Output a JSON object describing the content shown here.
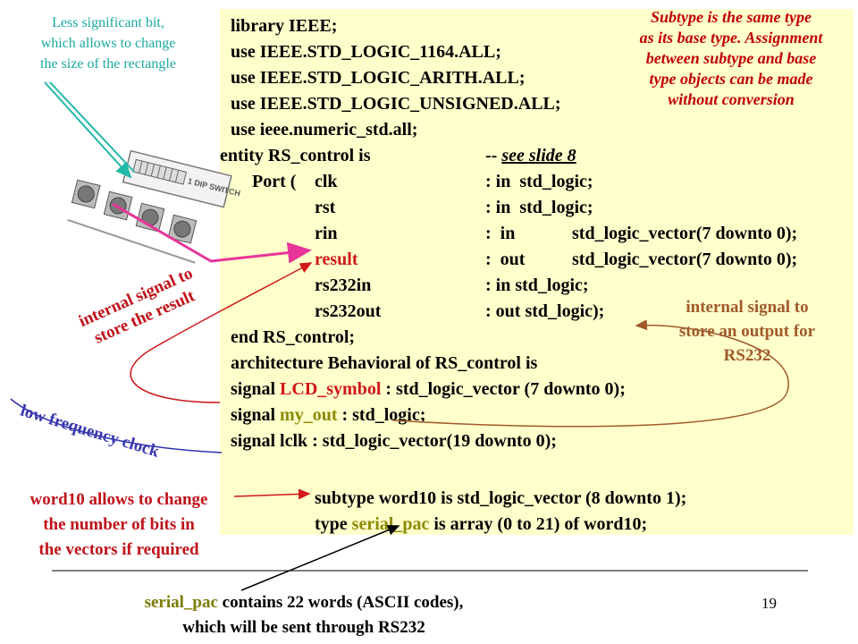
{
  "code": {
    "lines": [
      "library IEEE;",
      "use IEEE.STD_LOGIC_1164.ALL;",
      "use IEEE.STD_LOGIC_ARITH.ALL;",
      "use IEEE.STD_LOGIC_UNSIGNED.ALL;",
      "use ieee.numeric_std.all;"
    ],
    "entity": {
      "head": "entity RS_control is",
      "comment_prefix": "-- ",
      "comment_link": "see slide 8",
      "port_open": "Port (",
      "ports": [
        {
          "name": "clk",
          "mode": ": in  std_logic;",
          "type": ""
        },
        {
          "name": "rst",
          "mode": ": in  std_logic;",
          "type": ""
        },
        {
          "name": "rin",
          "mode": ":  in",
          "type": "std_logic_vector(7 downto 0);"
        },
        {
          "name": "result",
          "mode": ":  out",
          "type": "std_logic_vector(7 downto 0);"
        },
        {
          "name": "rs232in",
          "mode": ": in std_logic;",
          "type": ""
        },
        {
          "name": "rs232out",
          "mode": ": out std_logic);",
          "type": ""
        }
      ],
      "end": "end RS_control;"
    },
    "architecture": "architecture Behavioral of RS_control is",
    "signals": [
      {
        "prefix": "signal ",
        "name": "LCD_symbol",
        "suffix": " : std_logic_vector (7 downto 0);"
      },
      {
        "prefix": "signal ",
        "name": "my_out",
        "suffix": " : std_logic;"
      },
      {
        "prefix": "signal lclk : std_logic_vector(19 downto 0);",
        "name": "",
        "suffix": ""
      }
    ],
    "subtype": "subtype word10 is std_logic_vector (8 downto 1);",
    "type_line": {
      "prefix": "type ",
      "name": "serial_pac",
      "suffix": " is array (0 to 21) of word10;"
    }
  },
  "notes": {
    "lsb": [
      "Less significant bit,",
      "which allows to change",
      "the size of the rectangle"
    ],
    "subtype": [
      "Subtype is the same type",
      "as its base type. Assignment",
      "between subtype and base",
      "type objects can be made",
      "without conversion"
    ],
    "internal_output": [
      "internal signal to",
      "store an output for",
      "RS232"
    ],
    "internal_result": [
      "internal signal to",
      "store the result"
    ],
    "low_clock": "low frequency clock",
    "word10": [
      "word10 allows to change",
      "the number of bits in",
      "the vectors if required"
    ],
    "serial_pac": [
      "serial_pac contains 22 words (ASCII codes),",
      "which will be sent through RS232"
    ],
    "serial_pac_name": "serial_pac"
  },
  "dip_switch": {
    "label": "1 DIP SWITCH"
  },
  "page_number": "19",
  "colors": {
    "code_bg": "#ffffcc",
    "arrow_pink": "#e8359a",
    "arrow_red": "#d01818",
    "arrow_blue": "#3030b0",
    "arrow_teal": "#22b8a8"
  }
}
